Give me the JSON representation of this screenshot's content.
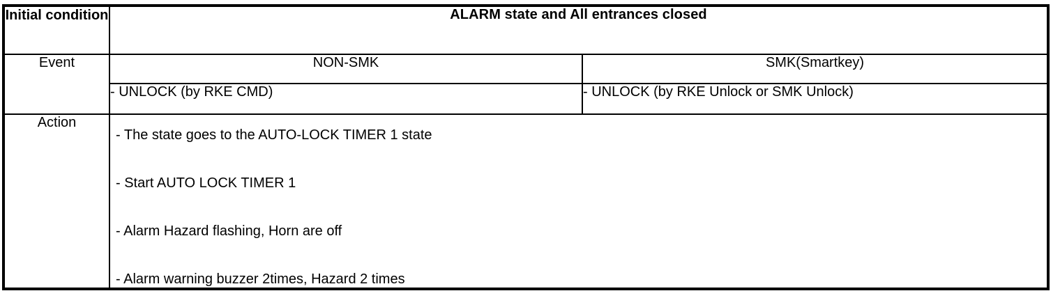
{
  "table": {
    "rows": {
      "initial_condition": {
        "label": "Initial condition",
        "banner": "ALARM state and All entrances closed"
      },
      "event": {
        "label": "Event",
        "columns": [
          "NON-SMK",
          "SMK(Smartkey)"
        ],
        "details": [
          "- UNLOCK (by RKE CMD)",
          "- UNLOCK (by RKE Unlock or SMK Unlock)"
        ]
      },
      "action": {
        "label": "Action",
        "items": [
          "- The state goes to the AUTO-LOCK TIMER 1 state",
          "- Start AUTO LOCK TIMER 1",
          "- Alarm Hazard flashing, Horn are off",
          "- Alarm warning buzzer 2times, Hazard 2 times"
        ]
      }
    }
  },
  "colors": {
    "border": "#000000",
    "text": "#000000",
    "background": "#ffffff"
  }
}
